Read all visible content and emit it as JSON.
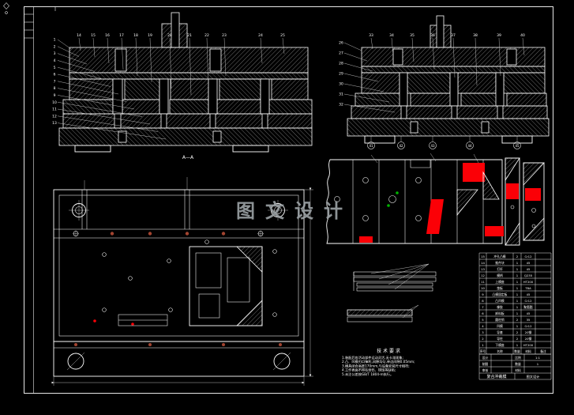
{
  "meta": {
    "background": "#000000",
    "line_color": "#ffffff",
    "accent_red": "#fb0006",
    "accent_green": "#00b400",
    "dot_color": "#a34430",
    "watermark_color": "#9aa0a3"
  },
  "watermark": {
    "text": "图文设计"
  },
  "views": {
    "section_a": {
      "caption": "A—A",
      "left_callouts": [
        "1",
        "2",
        "3",
        "4",
        "5",
        "6",
        "7",
        "8",
        "9",
        "10",
        "11",
        "12",
        "13"
      ],
      "top_callouts": [
        "14",
        "15",
        "16",
        "17",
        "18",
        "19",
        "20",
        "21",
        "22",
        "23",
        "24",
        "25"
      ]
    },
    "section_b": {
      "left_callouts": [
        "26",
        "27",
        "28",
        "29",
        "30",
        "31",
        "32"
      ],
      "top_callouts": [
        "33",
        "34",
        "35",
        "36",
        "37",
        "38",
        "39",
        "40"
      ],
      "bottom_callouts": [
        "41",
        "42",
        "43",
        "44",
        "45"
      ]
    }
  },
  "notes": {
    "title": "技 术 要 求",
    "lines": [
      "1.装配后各活动部件运动灵活,无卡滞现象;",
      "2.凸、凹模刃口锋利,间隙均匀,单边间隙0.05mm;",
      "3.模具闭合高度170mm,与设备安装尺寸相符;",
      "4.工作表面不得有划伤、锈蚀等缺陷;",
      "5.未注公差按GB/T 1804-m执行。"
    ]
  },
  "bom": {
    "headers": [
      "序号",
      "名称",
      "数量",
      "材料",
      "备注"
    ],
    "rows": [
      [
        "15",
        "冲孔凸模",
        "2",
        "Cr12",
        ""
      ],
      [
        "14",
        "推件块",
        "1",
        "45",
        ""
      ],
      [
        "13",
        "打杆",
        "1",
        "45",
        ""
      ],
      [
        "12",
        "模柄",
        "1",
        "Q235",
        ""
      ],
      [
        "11",
        "上模座",
        "1",
        "HT200",
        ""
      ],
      [
        "10",
        "垫板",
        "1",
        "T8A",
        ""
      ],
      [
        "9",
        "凸模固定板",
        "1",
        "45",
        ""
      ],
      [
        "8",
        "凸凹模",
        "1",
        "Cr12",
        ""
      ],
      [
        "7",
        "橡胶",
        "1",
        "聚氨酯",
        ""
      ],
      [
        "6",
        "卸料板",
        "1",
        "45",
        ""
      ],
      [
        "5",
        "圆柱销",
        "2",
        "35",
        ""
      ],
      [
        "4",
        "凹模",
        "1",
        "Cr12",
        ""
      ],
      [
        "3",
        "导套",
        "2",
        "20钢",
        ""
      ],
      [
        "2",
        "导柱",
        "2",
        "20钢",
        ""
      ],
      [
        "1",
        "下模座",
        "1",
        "HT200",
        ""
      ]
    ]
  },
  "title_block": {
    "fields": [
      [
        "设计",
        "比例",
        "1:1"
      ],
      [
        "制图",
        "数量",
        "1"
      ],
      [
        "审核",
        "材料",
        ""
      ]
    ],
    "title": "复合冲裁模",
    "org": "图文设计"
  }
}
